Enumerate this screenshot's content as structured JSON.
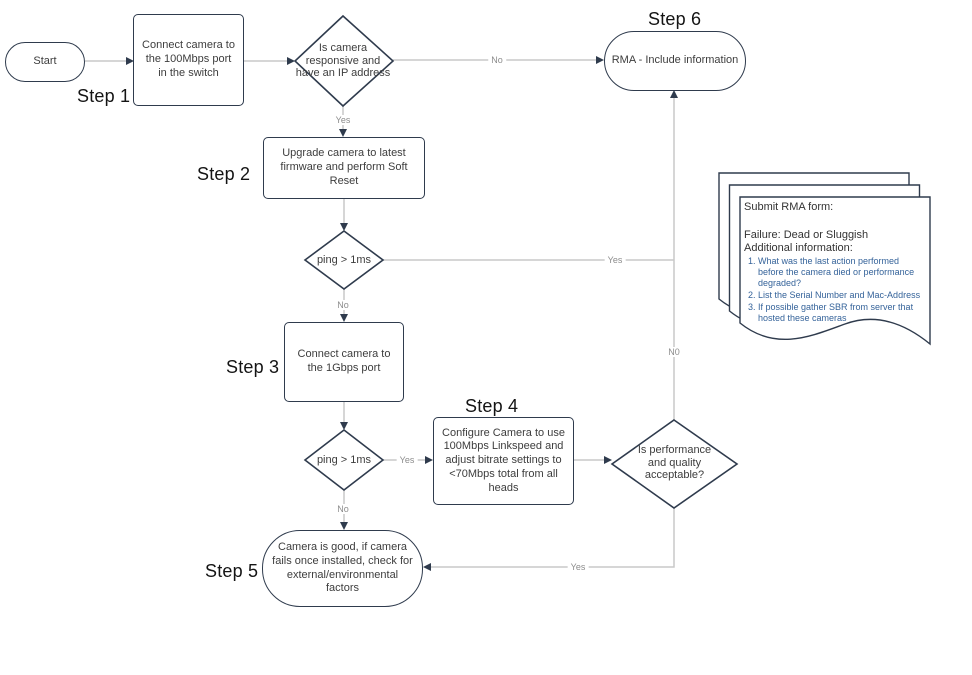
{
  "flowchart": {
    "nodes": {
      "start": {
        "label": "Start"
      },
      "step1": {
        "step": "Step 1",
        "label": "Connect camera to the 100Mbps port in the switch"
      },
      "decision1": {
        "label": "Is camera responsive and have an IP address"
      },
      "step2": {
        "step": "Step 2",
        "label": "Upgrade camera to latest firmware and perform Soft Reset"
      },
      "ping1": {
        "label": "ping > 1ms"
      },
      "step3": {
        "step": "Step 3",
        "label": "Connect camera to the 1Gbps port"
      },
      "ping2": {
        "label": "ping > 1ms"
      },
      "step4": {
        "step": "Step 4",
        "label": "Configure Camera to use 100Mbps Linkspeed and adjust bitrate settings to <70Mbps total from all heads"
      },
      "decision2": {
        "label": "Is performance and quality acceptable?"
      },
      "step5": {
        "step": "Step 5",
        "label": "Camera is good, if camera fails once installed, check for external/environmental factors"
      },
      "step6": {
        "step": "Step 6",
        "label": "RMA - Include information"
      }
    },
    "edge_labels": {
      "decision1_no": "No",
      "decision1_yes": "Yes",
      "ping1_yes": "Yes",
      "ping1_no": "No",
      "ping2_yes": "Yes",
      "ping2_no": "No",
      "decision2_no": "N0",
      "decision2_yes": "Yes"
    },
    "document": {
      "title": "Submit RMA form:",
      "failure_line": "Failure: Dead or Sluggish",
      "additional_line": "Additional information:",
      "items": [
        "What was the last action performed before the camera died or performance degraded?",
        "List the Serial Number and Mac-Address",
        "If possible gather SBR from server that hosted these cameras"
      ]
    },
    "colors": {
      "shape_border": "#2f3b4d",
      "connector_line": "#c9c9c9",
      "arrowhead": "#2f3b4d",
      "edge_label_text": "#8c8c8c",
      "node_text": "#3d3d3d",
      "list_text_blue": "#35639a",
      "background": "#ffffff"
    }
  }
}
